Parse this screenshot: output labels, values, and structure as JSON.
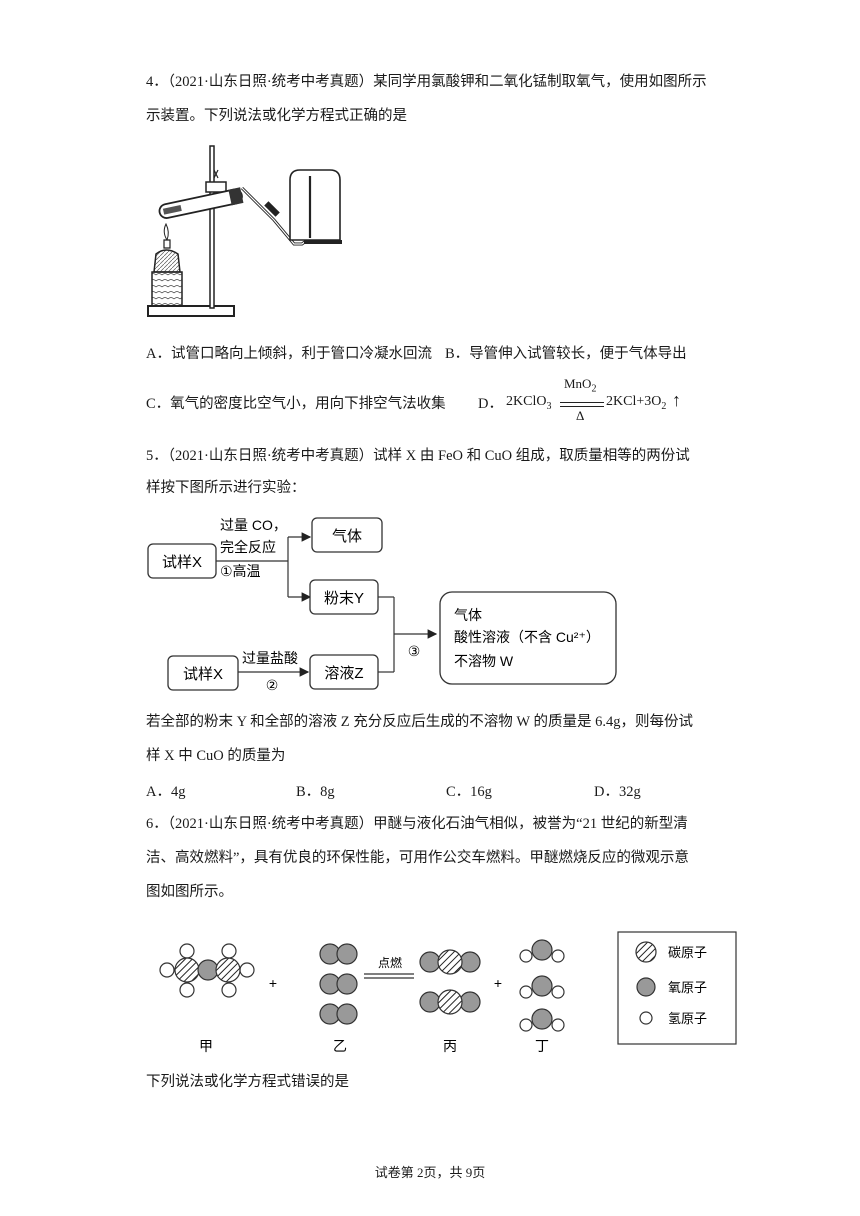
{
  "q4": {
    "line1": "4．（2021·山东日照·统考中考真题）某同学用氯酸钾和二氧化锰制取氧气，使用如图所示",
    "line2": "示装置。下列说法或化学方程式正确的是",
    "optA": "A．试管口略向上倾斜，利于管口冷凝水回流",
    "optB": "B．导管伸入试管较长，便于气体导出",
    "optC": "C．氧气的密度比空气小，用向下排空气法收集",
    "optD_label": "D．",
    "eq_left": "2KClO",
    "eq_left_sub": "3",
    "eq_cat": "MnO",
    "eq_cat_sub": "2",
    "eq_cond": "Δ",
    "eq_right": "2KCl+3O",
    "eq_right_sub": "2",
    "eq_arrow": "↑"
  },
  "q5": {
    "line1": "5．（2021·山东日照·统考中考真题）试样 X 由 FeO 和 CuO 组成，取质量相等的两份试",
    "line2": "样按下图所示进行实验：",
    "flow": {
      "sampleX1": "试样X",
      "cond1a": "过量 CO，",
      "cond1b": "完全反应",
      "cond1c": "①高温",
      "gas": "气体",
      "powderY": "粉末Y",
      "sampleX2": "试样X",
      "cond2": "过量盐酸",
      "step2": "②",
      "solutionZ": "溶液Z",
      "step3": "③",
      "result1": "气体",
      "result2": "酸性溶液（不含 Cu²⁺）",
      "result3": "不溶物 W"
    },
    "line3": "若全部的粉末 Y 和全部的溶液 Z 充分反应后生成的不溶物 W 的质量是 6.4g，则每份试",
    "line4": "样 X 中 CuO 的质量为",
    "optA": "A．4g",
    "optB": "B．8g",
    "optC": "C．16g",
    "optD": "D．32g"
  },
  "q6": {
    "line1": "6．（2021·山东日照·统考中考真题）甲醚与液化石油气相似，被誉为“21 世纪的新型清",
    "line2": "洁、高效燃料”，具有优良的环保性能，可用作公交车燃料。甲醚燃烧反应的微观示意",
    "line3": "图如图所示。",
    "diagram": {
      "label_jia": "甲",
      "label_yi": "乙",
      "label_bing": "丙",
      "label_ding": "丁",
      "plus": "+",
      "condition": "点燃",
      "legend_c": "碳原子",
      "legend_o": "氧原子",
      "legend_h": "氢原子"
    },
    "line4": "下列说法或化学方程式错误的是"
  },
  "footer": "试卷第 2页，共 9页"
}
